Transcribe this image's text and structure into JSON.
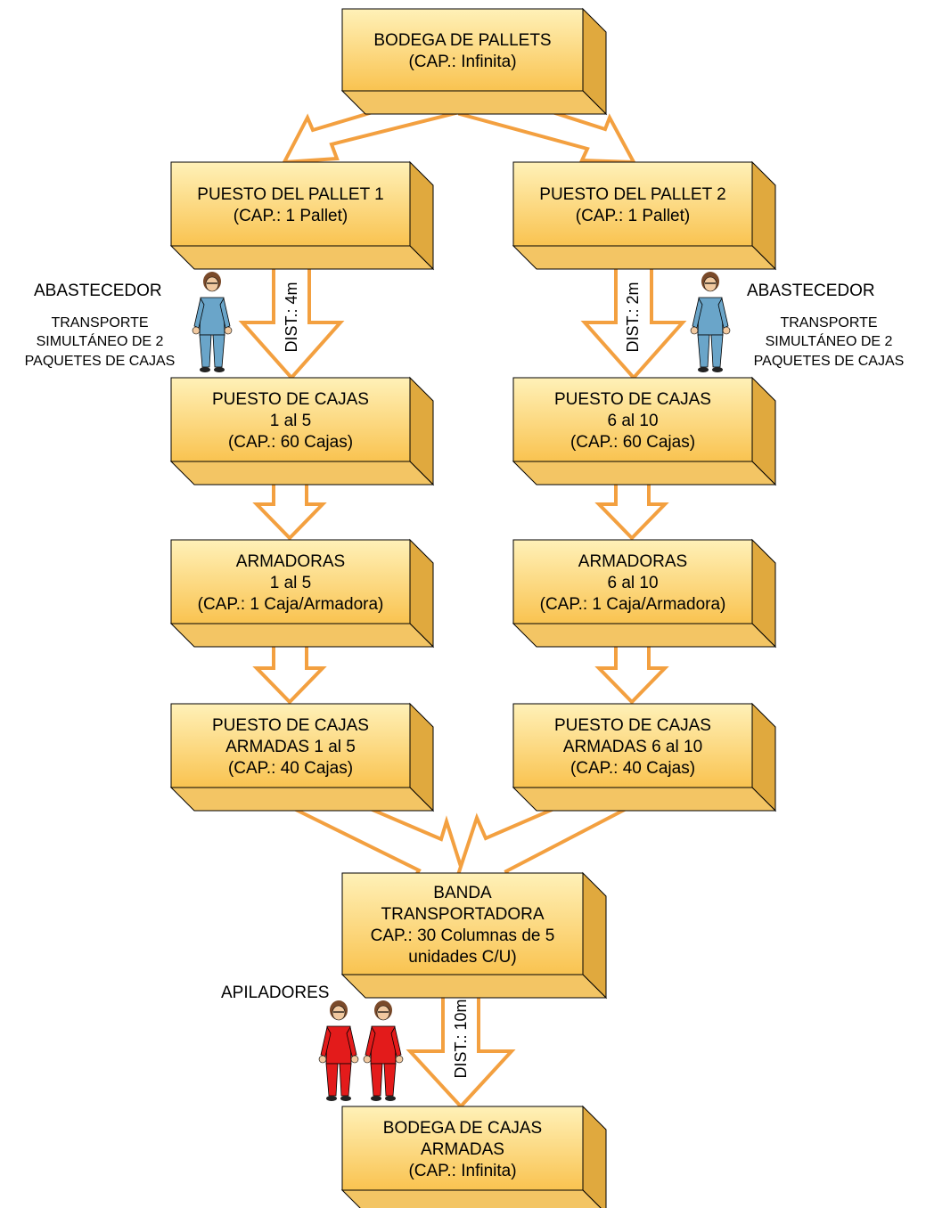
{
  "colors": {
    "box_front_top": "#fff1b8",
    "box_front_bottom": "#f9c350",
    "box_side": "#e0a93e",
    "box_top": "#f3c564",
    "box_stroke": "#000000",
    "arrow_stroke": "#f3a040",
    "arrow_fill": "#ffffff",
    "supplier_suit": "#6aa5c9",
    "stacker_suit": "#e31b1b"
  },
  "boxes": {
    "bodega_pallets": [
      "BODEGA DE PALLETS",
      "(CAP.: Infinita)"
    ],
    "pallet_1": [
      "PUESTO DEL PALLET 1",
      "(CAP.: 1 Pallet)"
    ],
    "pallet_2": [
      "PUESTO DEL PALLET 2",
      "(CAP.: 1 Pallet)"
    ],
    "cajas_1_5": [
      "PUESTO DE CAJAS",
      "1 al 5",
      "(CAP.: 60 Cajas)"
    ],
    "cajas_6_10": [
      "PUESTO DE CAJAS",
      "6 al 10",
      "(CAP.: 60 Cajas)"
    ],
    "armadoras_1_5": [
      "ARMADORAS",
      "1 al 5",
      "(CAP.: 1 Caja/Armadora)"
    ],
    "armadoras_6_10": [
      "ARMADORAS",
      "6 al 10",
      "(CAP.: 1 Caja/Armadora)"
    ],
    "armadas_1_5": [
      "PUESTO DE CAJAS",
      "ARMADAS 1 al 5",
      "(CAP.: 40 Cajas)"
    ],
    "armadas_6_10": [
      "PUESTO DE CAJAS",
      "ARMADAS 6 al 10",
      "(CAP.: 40 Cajas)"
    ],
    "banda": [
      "BANDA",
      "TRANSPORTADORA",
      "CAP.: 30 Columnas de 5",
      "unidades C/U)"
    ],
    "bodega_armadas": [
      "BODEGA DE CAJAS",
      "ARMADAS",
      "(CAP.: Infinita)"
    ]
  },
  "distances": {
    "left": "DIST.: 4m",
    "right": "DIST.: 2m",
    "bottom": "DIST.: 10m"
  },
  "labels": {
    "abastecedor_left": "ABASTECEDOR",
    "abastecedor_right": "ABASTECEDOR",
    "transporte_left": [
      "TRANSPORTE",
      "SIMULTÁNEO DE 2",
      "PAQUETES DE CAJAS"
    ],
    "transporte_right": [
      "TRANSPORTE",
      "SIMULTÁNEO DE 2",
      "PAQUETES DE CAJAS"
    ],
    "apiladores": "APILADORES"
  }
}
